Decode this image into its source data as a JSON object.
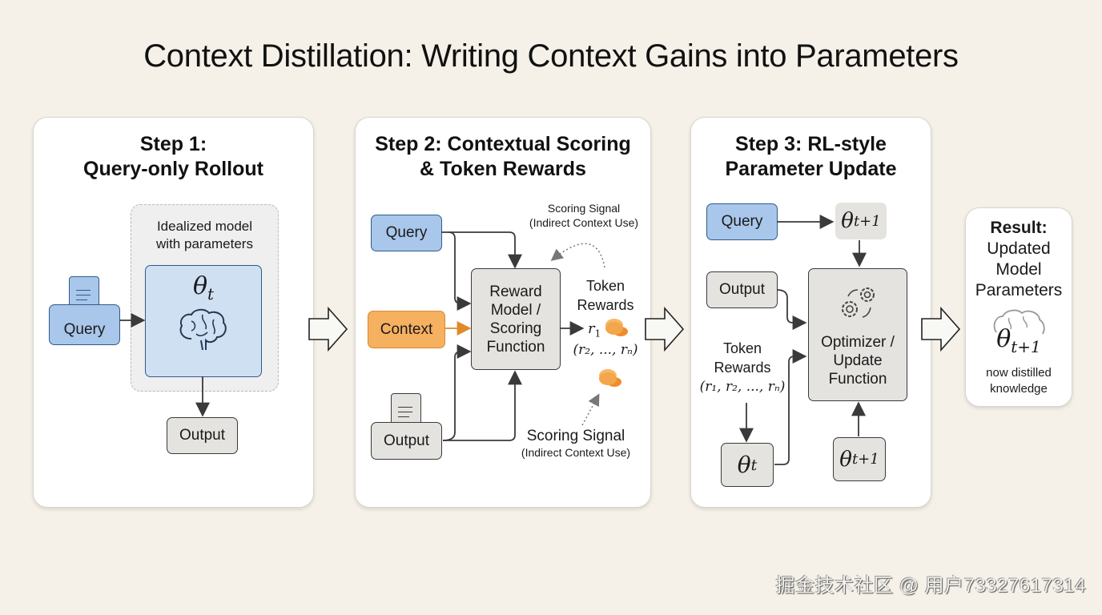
{
  "title": "Context Distillation: Writing Context Gains into Parameters",
  "step1": {
    "title_line1": "Step 1:",
    "title_line2": "Query-only Rollout",
    "model_caption_line1": "Idealized model",
    "model_caption_line2": "with parameters",
    "theta": "θ",
    "theta_sub": "t",
    "query": "Query",
    "output": "Output"
  },
  "step2": {
    "title_line1": "Step 2: Contextual Scoring",
    "title_line2": "& Token Rewards",
    "query": "Query",
    "context": "Context",
    "output": "Output",
    "reward_model": [
      "Reward",
      "Model /",
      "Scoring",
      "Function"
    ],
    "signal_top_line1": "Scoring Signal",
    "signal_top_line2": "(Indirect Context Use)",
    "signal_bottom_line1": "Scoring Signal",
    "signal_bottom_line2": "(Indirect Context Use)",
    "token_rewards_line1": "Token",
    "token_rewards_line2": "Rewards",
    "r1": "r",
    "r1_sub": "1",
    "r_rest": "(r₂, ..., rₙ)"
  },
  "step3": {
    "title_line1": "Step 3: RL-style",
    "title_line2": "Parameter Update",
    "query": "Query",
    "output": "Output",
    "theta_next_sub": "t+1",
    "theta_cur_sub": "t",
    "theta": "θ",
    "optimizer": [
      "Optimizer /",
      "Update",
      "Function"
    ],
    "token_rewards_line1": "Token",
    "token_rewards_line2": "Rewards",
    "token_rewards_line3": "(r₁, r₂, ..., rₙ)"
  },
  "result": {
    "title_line1": "Result:",
    "title_line2": "Updated",
    "title_line3": "Model",
    "title_line4": "Parameters",
    "theta": "θ",
    "theta_sub": "t+1",
    "caption_line1": "now distilled",
    "caption_line2": "knowledge"
  },
  "watermark": "掘金技术社区 @ 用户73327617314",
  "colors": {
    "background": "#f5f1e8",
    "query_blue": "#a9c7ea",
    "context_orange": "#f5b060",
    "box_gray": "#e4e3e0"
  }
}
